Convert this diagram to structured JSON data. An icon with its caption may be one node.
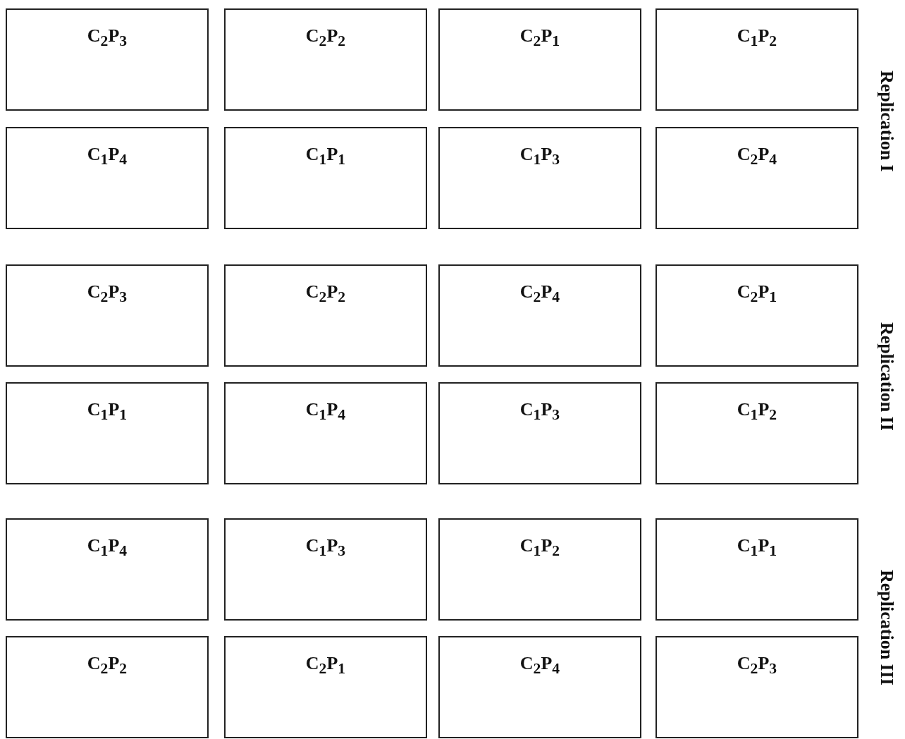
{
  "diagram": {
    "nodes": [
      {
        "text": [
          "C$_{2}$P$_{3}$"
        ]
      },
      {
        "text": [
          "C$_{2}$P$_{2}$"
        ]
      },
      {
        "text": [
          "C$_{2}$P$_{1}$"
        ]
      },
      {
        "text": [
          "C$_{1}$P$_{2}$"
        ]
      },
      {
        "text": [
          "C$_{1}$P$_{4}$"
        ]
      },
      {
        "text": [
          "C$_{1}$P$_{1}$"
        ]
      },
      {
        "text": [
          "C$_{1}$P$_{3}$"
        ]
      },
      {
        "text": [
          "C$_{2}$P$_{4}$"
        ]
      },
      {
        "text": [
          "C$_{2}$P$_{3}$"
        ]
      },
      {
        "text": [
          "C$_{2}$P$_{2}$"
        ]
      },
      {
        "text": [
          "C$_{2}$P$_{4}$"
        ]
      },
      {
        "text": [
          "C$_{2}$P$_{1}$"
        ]
      },
      {
        "text": [
          "C$_{1}$P$_{1}$"
        ]
      },
      {
        "text": [
          "C$_{1}$P$_{4}$"
        ]
      },
      {
        "text": [
          "C$_{1}$P$_{3}$"
        ]
      },
      {
        "text": [
          "C$_{1}$P$_{2}$"
        ]
      },
      {
        "text": [
          "C$_{1}$P$_{4}$"
        ]
      },
      {
        "text": [
          "C$_{1}$P$_{3}$"
        ]
      },
      {
        "text": [
          "C$_{1}$P$_{2}$"
        ]
      },
      {
        "text": [
          "C$_{1}$P$_{1}$"
        ]
      },
      {
        "text": [
          "C$_{2}$P$_{2}$"
        ]
      },
      {
        "text": [
          "C$_{2}$P$_{1}$"
        ]
      },
      {
        "text": [
          "C$_{2}$P$_{4}$"
        ]
      },
      {
        "text": [
          "C$_{2}$P$_{3}$"
        ]
      }
    ],
    "labels": [
      "Replication I",
      "Replication II",
      "Replication III"
    ]
  }
}
